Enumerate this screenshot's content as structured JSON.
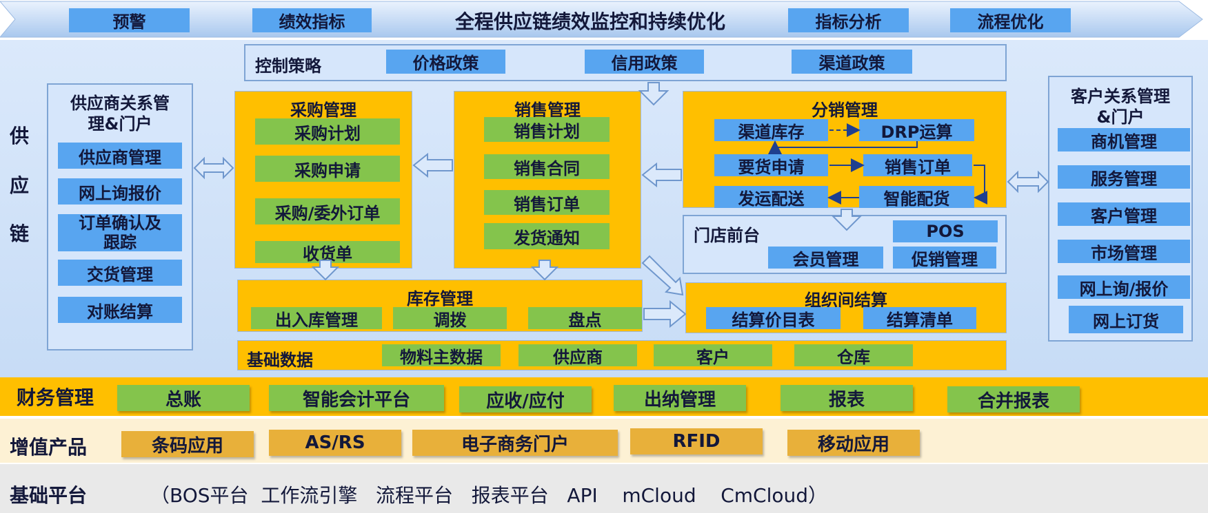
{
  "banner": {
    "title": "全程供应链绩效监控和持续优化",
    "tags": [
      "预警",
      "绩效指标",
      "指标分析",
      "流程优化"
    ]
  },
  "control": {
    "label": "控制策略",
    "items": [
      "价格政策",
      "信用政策",
      "渠道政策"
    ]
  },
  "side_label": [
    "供",
    "应",
    "链"
  ],
  "supplier": {
    "title_line1": "供应商关系管",
    "title_line2": "理&门户",
    "items": [
      "供应商管理",
      "网上询报价",
      "订单确认及跟踪",
      "交货管理",
      "对账结算"
    ]
  },
  "purchase": {
    "title": "采购管理",
    "items": [
      "采购计划",
      "采购申请",
      "采购/委外订单",
      "收货单"
    ]
  },
  "sales": {
    "title": "销售管理",
    "items": [
      "销售计划",
      "销售合同",
      "销售订单",
      "发货通知"
    ]
  },
  "distribution": {
    "title": "分销管理",
    "items": [
      "渠道库存",
      "DRP运算",
      "要货申请",
      "销售订单",
      "发运配送",
      "智能配货"
    ]
  },
  "store": {
    "label": "门店前台",
    "items": [
      "POS",
      "会员管理",
      "促销管理"
    ]
  },
  "inventory": {
    "title": "库存管理",
    "items": [
      "出入库管理",
      "调拨",
      "盘点"
    ]
  },
  "settlement": {
    "title": "组织间结算",
    "items": [
      "结算价目表",
      "结算清单"
    ]
  },
  "basedata": {
    "label": "基础数据",
    "items": [
      "物料主数据",
      "供应商",
      "客户",
      "仓库"
    ]
  },
  "customer": {
    "title_line1": "客户关系管理",
    "title_line2": "&门户",
    "items": [
      "商机管理",
      "服务管理",
      "客户管理",
      "市场管理",
      "网上询/报价",
      "网上订货"
    ]
  },
  "finance": {
    "label": "财务管理",
    "items": [
      "总账",
      "智能会计平台",
      "应收/应付",
      "出纳管理",
      "报表",
      "合并报表"
    ]
  },
  "value_added": {
    "label": "增值产品",
    "items": [
      "条码应用",
      "AS/RS",
      "电子商务门户",
      "RFID",
      "移动应用"
    ]
  },
  "platform": {
    "label": "基础平台",
    "text": "（BOS平台  工作流引擎   流程平台   报表平台   API    mCloud    CmCloud）"
  },
  "colors": {
    "blue_tag": "#58a5f0",
    "green_tag": "#84c44c",
    "yellow_box": "#ffbf00",
    "panel_bg": "#d6e6fb",
    "orange_tag": "#e8b03a"
  }
}
